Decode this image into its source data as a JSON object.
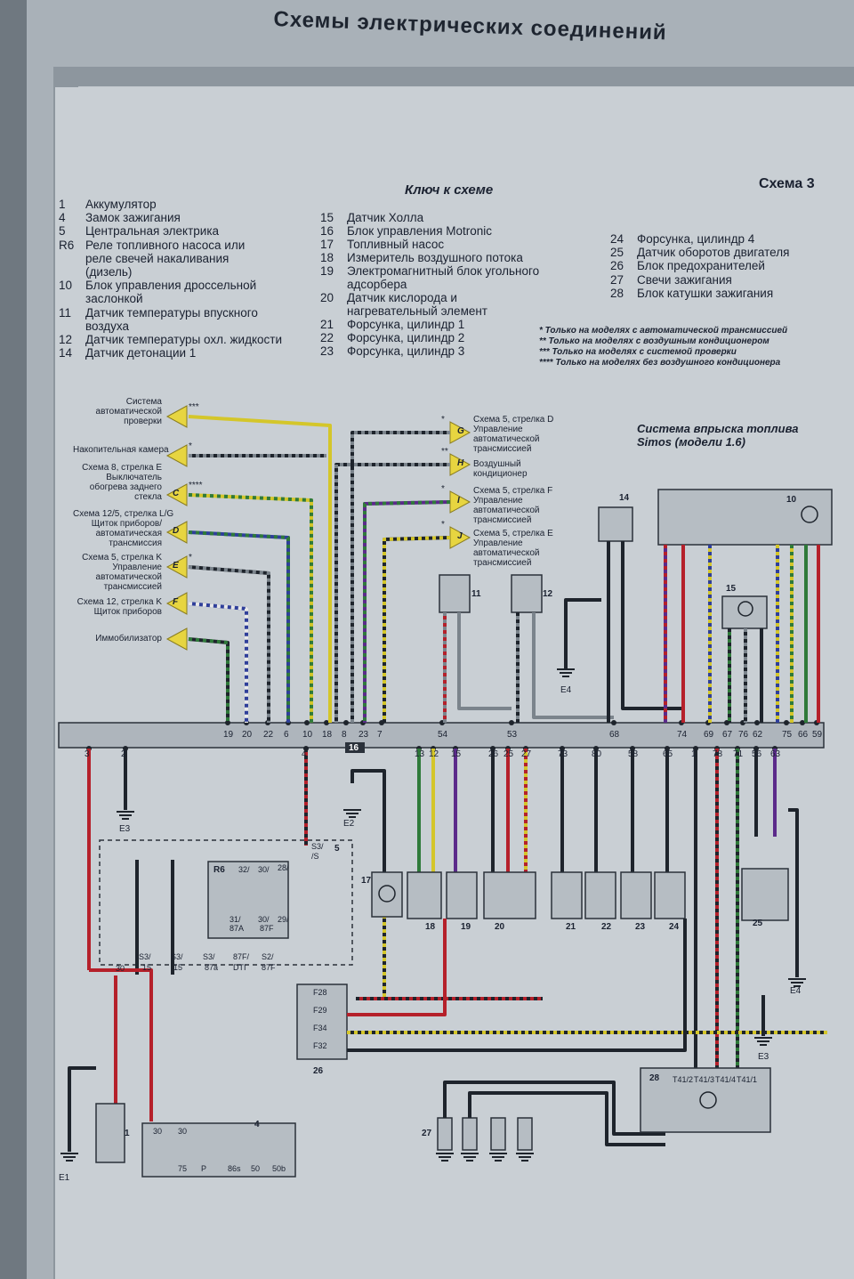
{
  "header": {
    "title": "Схемы электрических соединений"
  },
  "key": {
    "title": "Ключ к схеме",
    "scheme": "Схема 3",
    "col1": [
      {
        "n": "1",
        "t": "Аккумулятор"
      },
      {
        "n": "4",
        "t": "Замок зажигания"
      },
      {
        "n": "5",
        "t": "Центральная электрика"
      },
      {
        "n": "R6",
        "t": "Реле топливного насоса или"
      },
      {
        "n": "",
        "t": "реле свечей накаливания"
      },
      {
        "n": "",
        "t": "(дизель)"
      },
      {
        "n": "10",
        "t": "Блок управления дроссельной"
      },
      {
        "n": "",
        "t": "заслонкой"
      },
      {
        "n": "11",
        "t": "Датчик температуры впускного"
      },
      {
        "n": "",
        "t": "воздуха"
      },
      {
        "n": "12",
        "t": "Датчик температуры охл. жидкости"
      },
      {
        "n": "14",
        "t": "Датчик детонации 1"
      }
    ],
    "col2": [
      {
        "n": "15",
        "t": "Датчик Холла"
      },
      {
        "n": "16",
        "t": "Блок управления Motronic"
      },
      {
        "n": "17",
        "t": "Топливный насос"
      },
      {
        "n": "18",
        "t": "Измеритель воздушного потока"
      },
      {
        "n": "19",
        "t": "Электромагнитный блок угольного"
      },
      {
        "n": "",
        "t": "адсорбера"
      },
      {
        "n": "20",
        "t": "Датчик кислорода и"
      },
      {
        "n": "",
        "t": "нагревательный элемент"
      },
      {
        "n": "21",
        "t": "Форсунка, цилиндр 1"
      },
      {
        "n": "22",
        "t": "Форсунка, цилиндр 2"
      },
      {
        "n": "23",
        "t": "Форсунка, цилиндр 3"
      }
    ],
    "col3": [
      {
        "n": "24",
        "t": "Форсунка, цилиндр 4"
      },
      {
        "n": "25",
        "t": "Датчик оборотов двигателя"
      },
      {
        "n": "26",
        "t": "Блок предохранителей"
      },
      {
        "n": "27",
        "t": "Свечи зажигания"
      },
      {
        "n": "28",
        "t": "Блок катушки зажигания"
      }
    ],
    "notes": [
      "* Только на моделях с автоматической трансмиссией",
      "** Только на моделях с воздушным кондиционером",
      "*** Только на моделях с системой проверки",
      "**** Только на моделях без воздушного кондиционера"
    ]
  },
  "system_title": [
    "Система впрыска топлива",
    "Simos (модели 1.6)"
  ],
  "left_connectors": [
    {
      "letter": "",
      "stars": "***",
      "lines": [
        "Система",
        "автоматической",
        "проверки"
      ]
    },
    {
      "letter": "",
      "stars": "*",
      "lines": [
        "Накопительная камера"
      ]
    },
    {
      "letter": "C",
      "stars": "****",
      "lines": [
        "Схема 8, стрелка E",
        "Выключатель",
        "обогрева заднего",
        "стекла"
      ]
    },
    {
      "letter": "D",
      "stars": "",
      "lines": [
        "Схема 12/5, стрелка L/G",
        "Щиток приборов/",
        "автоматическая",
        "трансмиссия"
      ]
    },
    {
      "letter": "E",
      "stars": "*",
      "lines": [
        "Схема 5, стрелка K",
        "Управление",
        "автоматической",
        "трансмиссией"
      ]
    },
    {
      "letter": "F",
      "stars": "",
      "lines": [
        "Схема 12, стрелка K",
        "Щиток приборов"
      ]
    },
    {
      "letter": "",
      "stars": "",
      "lines": [
        "Иммобилизатор"
      ]
    }
  ],
  "right_connectors": [
    {
      "letter": "G",
      "stars": "*",
      "lines": [
        "Схема 5, стрелка D",
        "Управление",
        "автоматической",
        "трансмиссией"
      ]
    },
    {
      "letter": "H",
      "stars": "**",
      "lines": [
        "Воздушный",
        "кондиционер"
      ]
    },
    {
      "letter": "I",
      "stars": "*",
      "lines": [
        "Схема 5, стрелка F",
        "Управление",
        "автоматической",
        "трансмиссией"
      ]
    },
    {
      "letter": "J",
      "stars": "*",
      "lines": [
        "Схема 5, стрелка E",
        "Управление",
        "автоматической",
        "трансмиссией"
      ]
    }
  ],
  "ecu": {
    "label": "16",
    "top_pins": [
      "19",
      "20",
      "22",
      "6",
      "10",
      "18",
      "8",
      "23",
      "7",
      "54",
      "53",
      "68",
      "74",
      "69",
      "67",
      "76",
      "62",
      "75",
      "66",
      "59"
    ],
    "bottom_pins": [
      "3",
      "2",
      "4",
      "13",
      "12",
      "15",
      "26",
      "25",
      "27",
      "73",
      "80",
      "58",
      "65",
      "1",
      "78",
      "71",
      "56",
      "63"
    ]
  },
  "components": {
    "c5": "5",
    "r6": "R6",
    "c17": "17",
    "c18": "18",
    "c19": "19",
    "c20": "20",
    "c21": "21",
    "c22": "22",
    "c23": "23",
    "c24": "24",
    "c25": "25",
    "c26": "26",
    "c27": "27",
    "c28": "28",
    "c14": "14",
    "c10": "10",
    "c11": "11",
    "c12": "12",
    "c15": "15",
    "c1": "1",
    "c4": "4"
  },
  "relay_pins": [
    "32/",
    "30/",
    "28/",
    "31/",
    "87A",
    "30/",
    "87F",
    "29/"
  ],
  "terminals": {
    "s3s": "S3/\n/S",
    "t30": "30",
    "s315a": "S3/",
    "s315b": "15",
    "s315c": "S3/",
    "s315d": "15",
    "s387a": "S3/",
    "s387b": "87a",
    "s87f": "87F/",
    "s87fb": "DTI",
    "s2f": "S2/",
    "s2fb": "87F"
  },
  "fuses": [
    "F28",
    "F29",
    "F34",
    "F32"
  ],
  "coil_pins": [
    "T41/2",
    "T41/3",
    "T41/4",
    "T41/1"
  ],
  "ign_switch": [
    "30",
    "30",
    "75",
    "P",
    "86s",
    "50",
    "50b"
  ],
  "grounds": [
    "E1",
    "E2",
    "E3",
    "E4",
    "E3",
    "E4"
  ],
  "colors": {
    "paper": "#c9cfd4",
    "frame": "#8d969e",
    "wire_dark": "#1e242c",
    "wire_red": "#b5202a",
    "wire_yellow": "#d4c62a",
    "wire_green": "#2f7a3a",
    "wire_blue": "#2f3f9a",
    "wire_violet": "#5b2a8a",
    "wire_grey": "#7b848c",
    "connector_yellow": "#e7d540"
  }
}
